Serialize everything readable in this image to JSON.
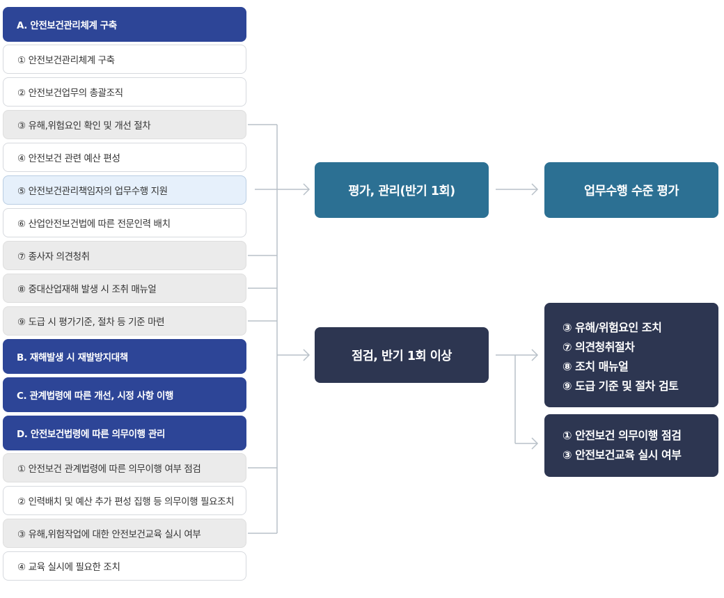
{
  "left_items": [
    {
      "text": "A. 안전보건관리체계 구축",
      "style": "header"
    },
    {
      "text": "① 안전보건관리체계 구축",
      "style": "white"
    },
    {
      "text": "② 안전보건업무의 총괄조직",
      "style": "white"
    },
    {
      "text": "③ 유해,위험요인 확인 및 개선 절차",
      "style": "gray"
    },
    {
      "text": "④ 안전보건 관련 예산 편성",
      "style": "white"
    },
    {
      "text": "⑤ 안전보건관리책임자의 업무수행 지원",
      "style": "highlight"
    },
    {
      "text": "⑥ 산업안전보건법에 따른 전문인력 배치",
      "style": "white"
    },
    {
      "text": "⑦ 종사자 의견청취",
      "style": "gray"
    },
    {
      "text": "⑧ 중대산업재해 발생 시 조취 매뉴얼",
      "style": "gray"
    },
    {
      "text": "⑨ 도급 시 평가기준, 절차 등 기준 마련",
      "style": "gray"
    },
    {
      "text": "B. 재해발생 시 재발방지대책",
      "style": "header"
    },
    {
      "text": "C. 관계법령에 따른 개선, 시정 사항 이행",
      "style": "header"
    },
    {
      "text": "D. 안전보건법령에 따른 의무이행 관리",
      "style": "header"
    },
    {
      "text": "① 안전보건 관계법령에 따른 의무이행 여부 점검",
      "style": "gray"
    },
    {
      "text": "② 인력배치 및 예산 추가 편성 집행 등 의무이행 필요조치",
      "style": "white"
    },
    {
      "text": "③ 유해,위험작업에 대한 안전보건교육 실시 여부",
      "style": "gray"
    },
    {
      "text": "④ 교육 실시에 필요한 조치",
      "style": "white"
    }
  ],
  "boxes": {
    "evaluate": "평가, 관리(반기 1회)",
    "performance": "업무수행 수준 평가",
    "inspect": "점검, 반기 1회 이상",
    "result1": [
      "③ 유해/위험요인 조치",
      "⑦ 의견청취절차",
      "⑧ 조치 매뉴얼",
      "⑨ 도급 기준 및 절차 검토"
    ],
    "result2": [
      "① 안전보건 의무이행 점검",
      "③ 안전보건교육 실시 여부"
    ]
  },
  "colors": {
    "header": "#2d4597",
    "teal": "#2c7093",
    "navy": "#2d3651",
    "line": "#b8c0c8"
  }
}
